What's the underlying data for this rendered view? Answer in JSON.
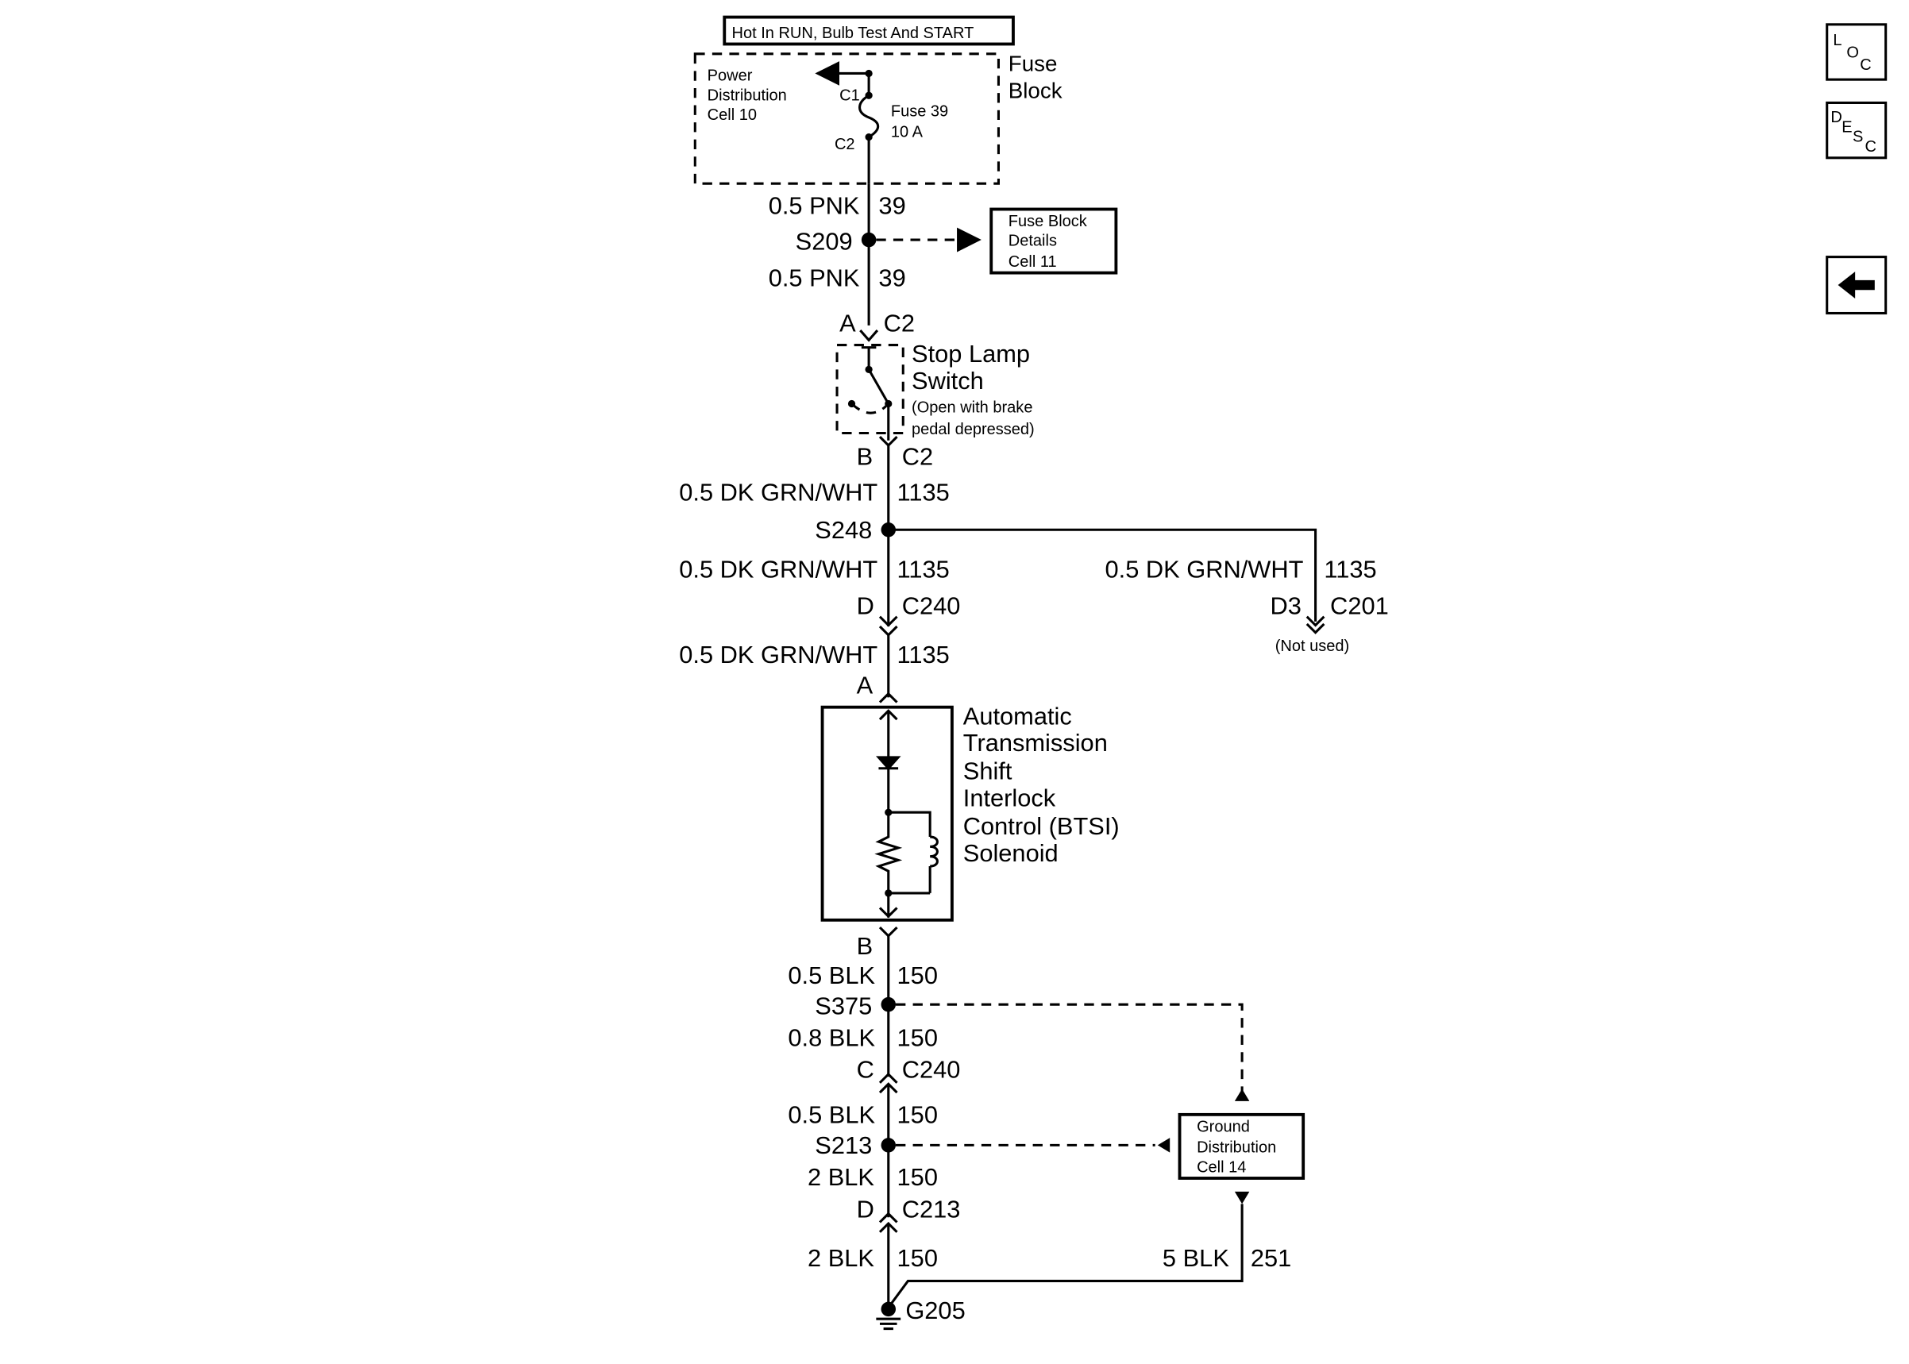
{
  "power_source": {
    "label": "Hot In RUN, Bulb Test And START"
  },
  "fuse_block": {
    "title_line1": "Fuse",
    "title_line2": "Block",
    "power_dist_line1": "Power",
    "power_dist_line2": "Distribution",
    "power_dist_line3": "Cell 10",
    "c1": "C1",
    "c2": "C2",
    "fuse_name": "Fuse 39",
    "fuse_rating": "10 A"
  },
  "wires": {
    "pnk_size": "0.5 PNK",
    "pnk_circuit": "39",
    "dkgrn_size": "0.5 DK GRN/WHT",
    "dkgrn_circuit": "1135",
    "blk_05": "0.5 BLK",
    "blk_08": "0.8 BLK",
    "blk_2": "2 BLK",
    "blk_5": "5 BLK",
    "blk_circuit": "150",
    "ground_circuit": "251"
  },
  "splices": {
    "s209": "S209",
    "s248": "S248",
    "s375": "S375",
    "s213": "S213"
  },
  "fuse_block_details": {
    "line1": "Fuse Block",
    "line2": "Details",
    "line3": "Cell 11"
  },
  "stop_lamp_switch": {
    "pin_top": "A",
    "connector_top": "C2",
    "title_line1": "Stop Lamp",
    "title_line2": "Switch",
    "note_line1": "(Open with brake",
    "note_line2": "pedal depressed)",
    "pin_bottom": "B",
    "connector_bottom": "C2"
  },
  "connectors": {
    "c240_pin_d": "D",
    "c240": "C240",
    "c201_pin": "D3",
    "c201": "C201",
    "not_used": "(Not used)",
    "solenoid_pin_a": "A",
    "solenoid_pin_b": "B",
    "c240_pin_c": "C",
    "c213_pin": "D",
    "c213": "C213"
  },
  "solenoid": {
    "line1": "Automatic",
    "line2": "Transmission",
    "line3": "Shift",
    "line4": "Interlock",
    "line5": "Control (BTSI)",
    "line6": "Solenoid"
  },
  "ground_distribution": {
    "line1": "Ground",
    "line2": "Distribution",
    "line3": "Cell 14"
  },
  "ground": {
    "label": "G205"
  },
  "nav": {
    "loc": {
      "l": "L",
      "o": "O",
      "c": "C"
    },
    "desc": {
      "d": "D",
      "e": "E",
      "s": "S",
      "c": "C"
    },
    "back_icon": "left-arrow-icon"
  }
}
